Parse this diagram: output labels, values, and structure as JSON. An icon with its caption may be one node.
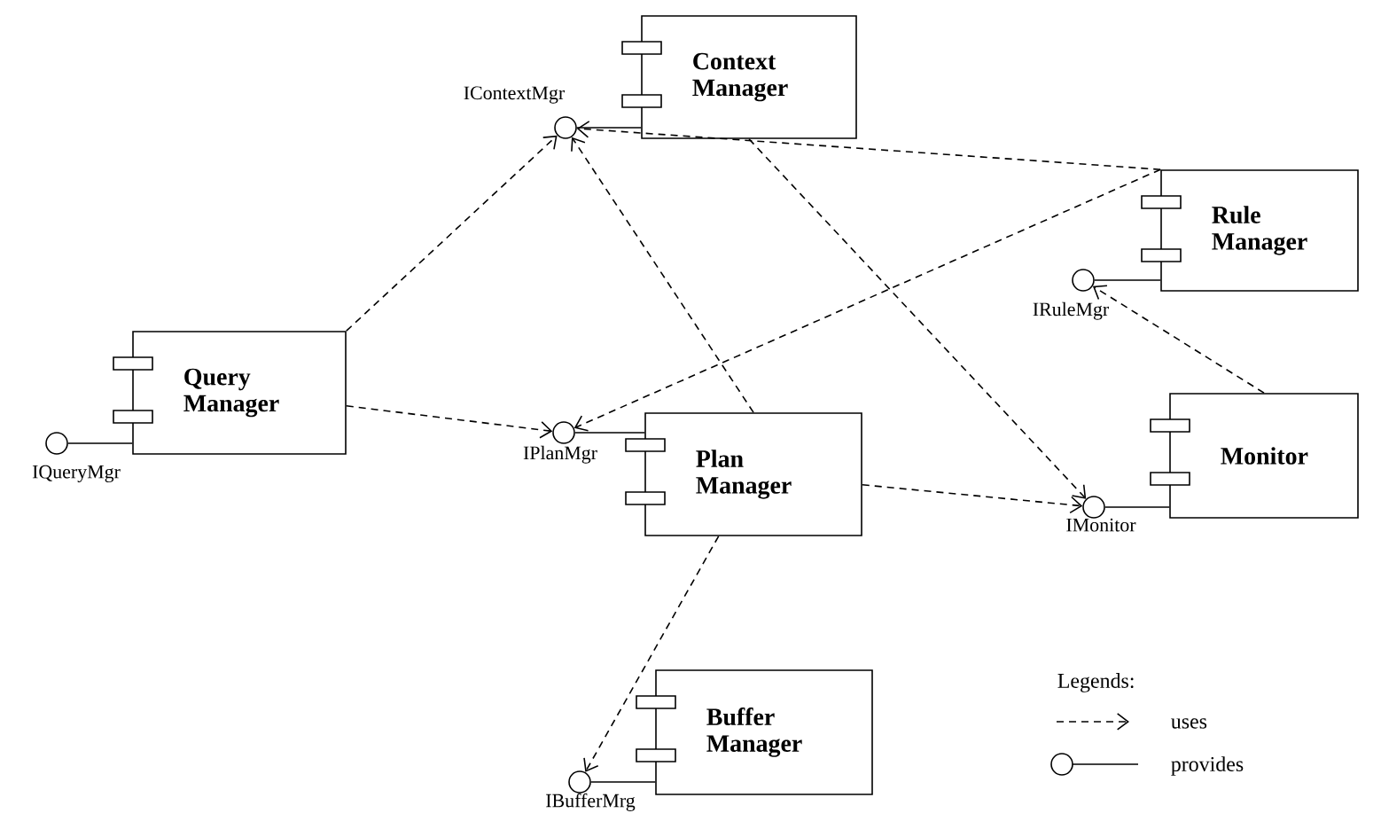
{
  "diagram": {
    "nodes": [
      {
        "text": [
          "Context Manager"
        ]
      },
      {
        "text": [],
        "shape": "circle",
        "beside": [
          "IContextMgr"
        ]
      },
      {
        "text": [
          "Rule Manager"
        ]
      },
      {
        "text": [],
        "shape": "circle",
        "beside": [
          "IRuleMgr"
        ]
      },
      {
        "text": [
          "Query Manager"
        ]
      },
      {
        "text": [],
        "shape": "circle",
        "beside": [
          "IQueryMgr"
        ]
      },
      {
        "text": [
          "Plan Manager"
        ]
      },
      {
        "text": [],
        "shape": "circle",
        "beside": [
          "IPlanMgr"
        ]
      },
      {
        "text": [
          "Monitor"
        ]
      },
      {
        "text": [],
        "shape": "circle",
        "beside": [
          "IMonitor"
        ]
      },
      {
        "text": [
          "Buffer Manager"
        ]
      },
      {
        "text": [],
        "shape": "circle",
        "beside": [
          "IBufferMrg"
        ]
      }
    ],
    "edges": [
      {
        "from": 0,
        "to": 1,
        "arrow": "none"
      },
      {
        "from": 2,
        "to": 3,
        "arrow": "none"
      },
      {
        "from": 4,
        "to": 5,
        "arrow": "none"
      },
      {
        "from": 6,
        "to": 7,
        "arrow": "none"
      },
      {
        "from": 8,
        "to": 9,
        "arrow": "none"
      },
      {
        "from": 10,
        "to": 11,
        "arrow": "none"
      },
      {
        "from": 4,
        "to": 1,
        "arrow": "to",
        "style": "dashed"
      },
      {
        "from": 4,
        "to": 7,
        "arrow": "to",
        "style": "dashed"
      },
      {
        "from": 6,
        "to": 1,
        "arrow": "to",
        "style": "dashed"
      },
      {
        "from": 2,
        "to": 1,
        "arrow": "to",
        "style": "dashed"
      },
      {
        "from": 2,
        "to": 7,
        "arrow": "to",
        "style": "dashed"
      },
      {
        "from": 0,
        "to": 9,
        "arrow": "to",
        "style": "dashed"
      },
      {
        "from": 6,
        "to": 9,
        "arrow": "to",
        "style": "dashed"
      },
      {
        "from": 8,
        "to": 3,
        "arrow": "to",
        "style": "dashed"
      },
      {
        "from": 6,
        "to": 11,
        "arrow": "to",
        "style": "dashed"
      }
    ],
    "labels": [
      "Legends:"
    ],
    "legend": [
      {
        "text": "uses"
      },
      {
        "text": "provides"
      }
    ]
  }
}
